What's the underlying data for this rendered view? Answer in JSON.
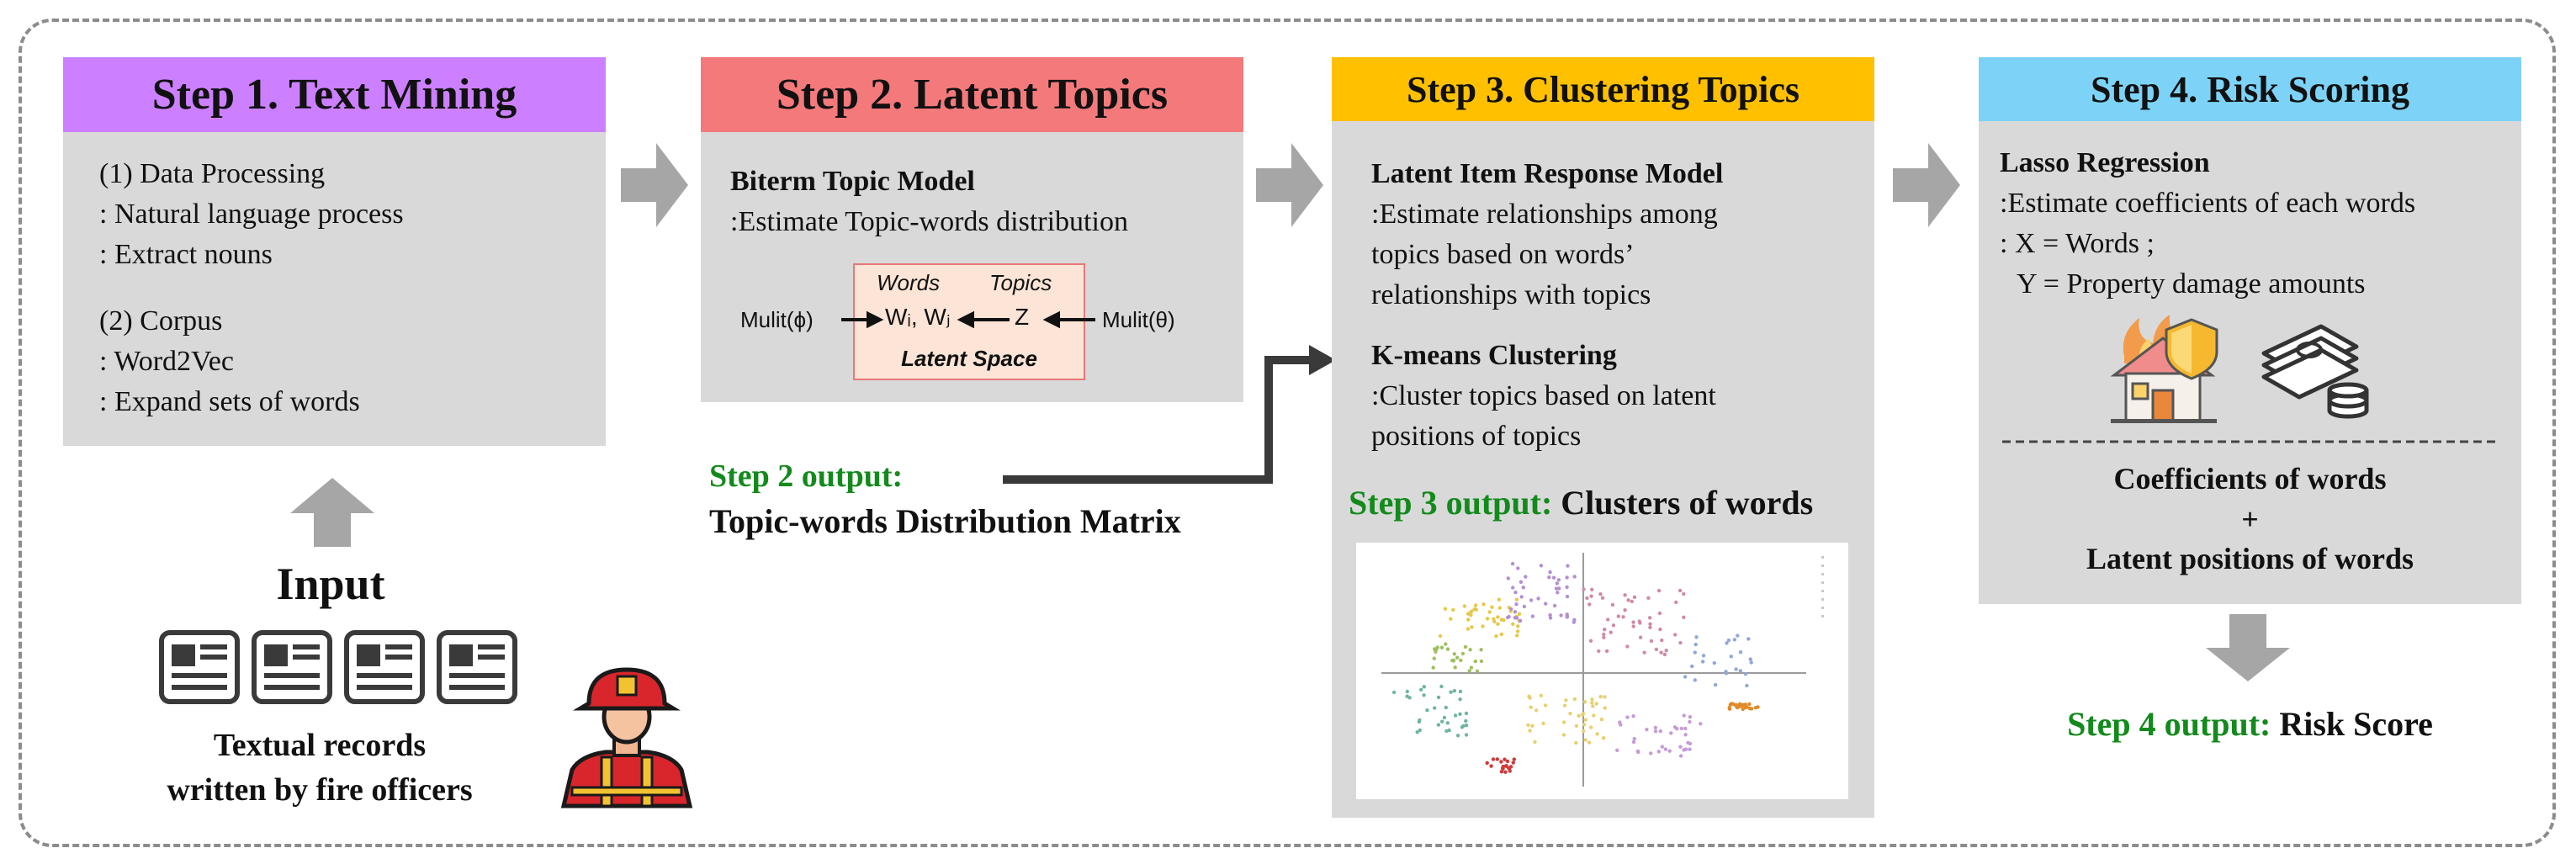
{
  "colors": {
    "step1": "#cc80ff",
    "step2": "#f4797b",
    "step3": "#ffc000",
    "step4": "#7dd3f7",
    "panel": "#d9d9d9",
    "arrow": "#a6a6a6",
    "output_green": "#138a1c",
    "latent_space_fill": "#fce4d6"
  },
  "step1": {
    "title": "Step 1. Text Mining",
    "line1": "(1) Data Processing",
    "line2": ": Natural language process",
    "line3": ": Extract nouns",
    "line4": "(2) Corpus",
    "line5": ": Word2Vec",
    "line6": ": Expand sets of words"
  },
  "input": {
    "title": "Input",
    "caption1": "Textual records",
    "caption2": "written by fire officers",
    "icons": [
      "newspaper-icon",
      "newspaper-icon",
      "newspaper-icon",
      "newspaper-icon",
      "firefighter-icon"
    ]
  },
  "step2": {
    "title": "Step 2. Latent Topics",
    "model": "Biterm Topic Model",
    "desc": ":Estimate Topic-words distribution",
    "words_label": "Words",
    "topics_label": "Topics",
    "wiwj": "Wᵢ, Wⱼ",
    "z": "Z",
    "latent_space": "Latent Space",
    "mulit_phi": "Mulit(ϕ)",
    "mulit_theta": "Mulit(θ)",
    "output_label": "Step 2 output:",
    "output_value": "Topic-words Distribution Matrix"
  },
  "step3": {
    "title": "Step 3. Clustering Topics",
    "model1": "Latent Item Response Model",
    "desc1a": ":Estimate relationships among",
    "desc1b": "topics based on words’",
    "desc1c": "relationships with topics",
    "model2": "K-means Clustering",
    "desc2a": ":Cluster topics based on latent",
    "desc2b": "positions of topics",
    "output_label": "Step 3 output:",
    "output_value": "Clusters of words"
  },
  "step4": {
    "title": "Step 4. Risk Scoring",
    "model": "Lasso Regression",
    "desc1": ":Estimate coefficients of each words",
    "desc2": ": X = Words ;",
    "desc3": "Y =  Property damage amounts",
    "result1": "Coefficients of words",
    "plus": "+",
    "result2": "Latent positions of words",
    "output_label": "Step 4 output:",
    "output_value": "Risk Score",
    "icons": [
      "burning-house-shield-icon",
      "money-icon"
    ]
  }
}
